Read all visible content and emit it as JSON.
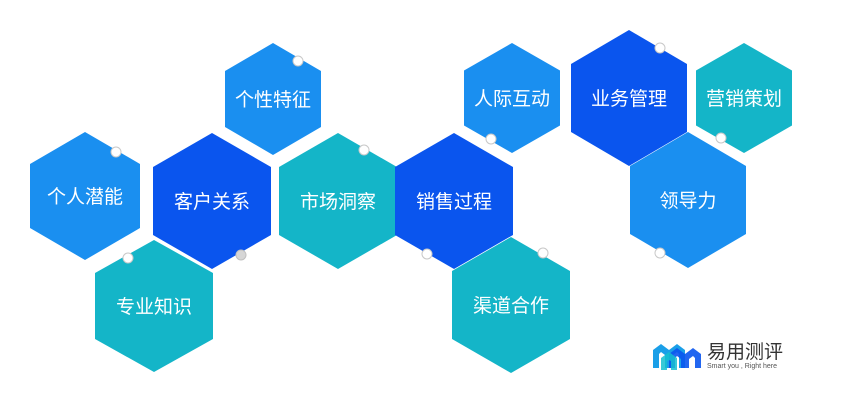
{
  "colors": {
    "blue_dark": "#0a55ee",
    "blue_mid": "#1a8ff0",
    "teal": "#14b5c8"
  },
  "hexagons": [
    {
      "label": "个性特征",
      "color": "#1a8ff0"
    },
    {
      "label": "个人潜能",
      "color": "#1a8ff0"
    },
    {
      "label": "客户关系",
      "color": "#0a55ee"
    },
    {
      "label": "市场洞察",
      "color": "#14b5c8"
    },
    {
      "label": "销售过程",
      "color": "#0a55ee"
    },
    {
      "label": "专业知识",
      "color": "#14b5c8"
    },
    {
      "label": "渠道合作",
      "color": "#14b5c8"
    },
    {
      "label": "人际互动",
      "color": "#1a8ff0"
    },
    {
      "label": "业务管理",
      "color": "#0a55ee"
    },
    {
      "label": "营销策划",
      "color": "#14b5c8"
    },
    {
      "label": "领导力",
      "color": "#1a8ff0"
    }
  ],
  "logo": {
    "name": "易用测评",
    "slogan": "Smart you , Right here",
    "icon": "stacked-m-logo-icon"
  }
}
